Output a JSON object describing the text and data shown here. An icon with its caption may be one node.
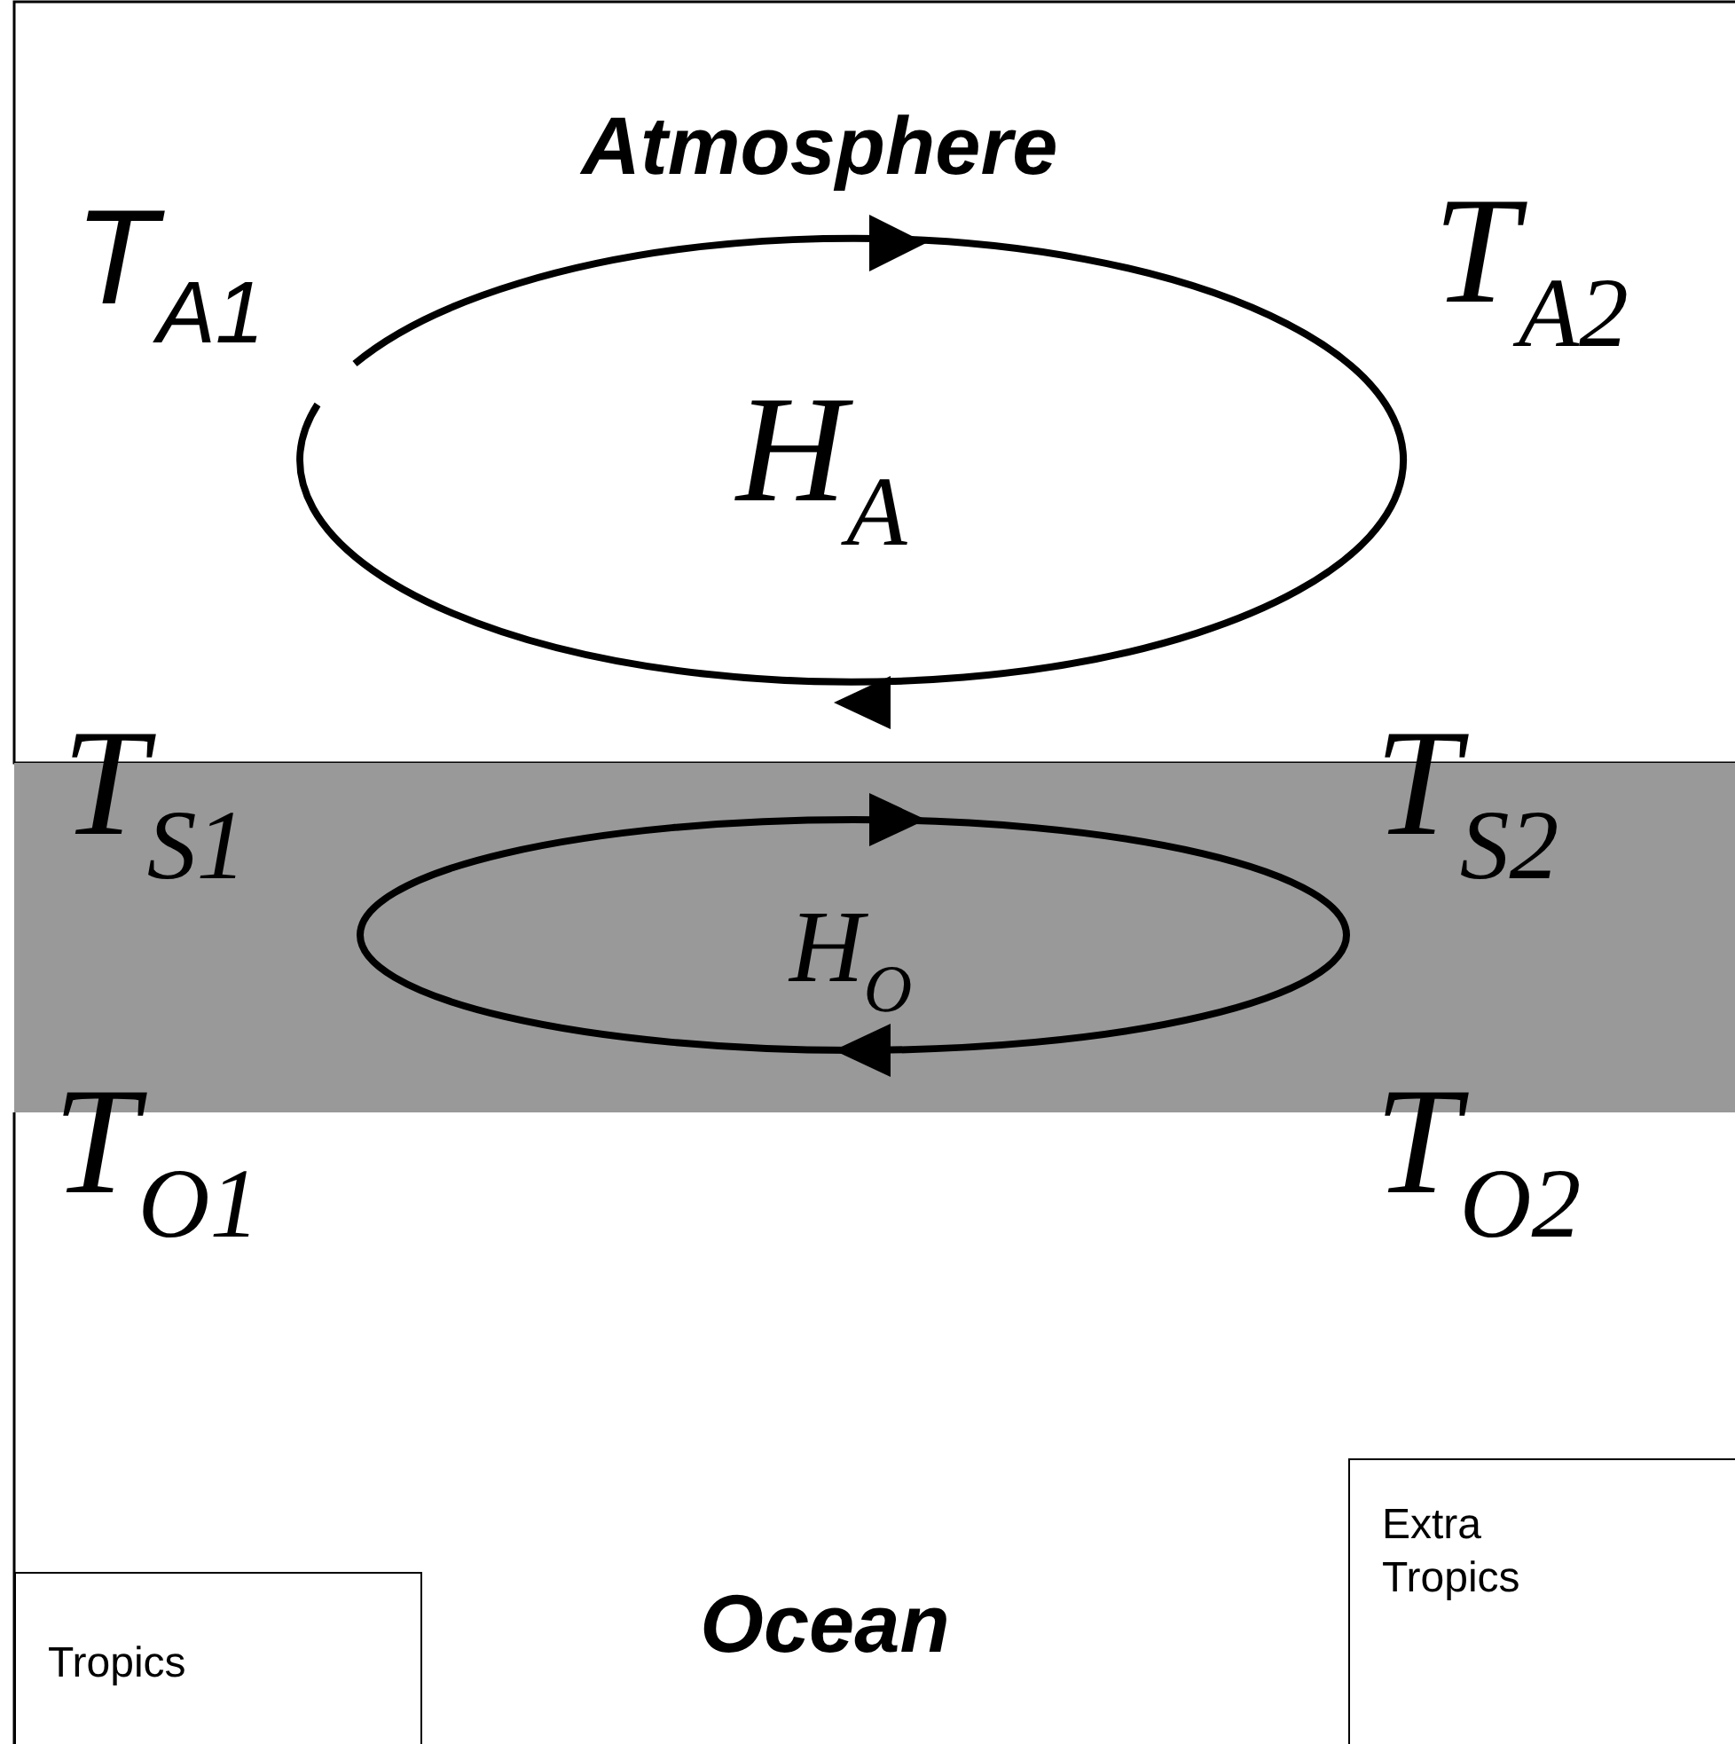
{
  "diagram": {
    "nodes": [
      {
        "text": [
          "Tropics"
        ]
      },
      {
        "text": [
          "Extra Tropics"
        ]
      }
    ],
    "labels": [
      "Atmosphere",
      "T$_{A1}$",
      "T$_{A2}$",
      "H$_{A}$",
      "T$_{S1}$",
      "T$_{S2}$",
      "H$_{O}$",
      "T$_{O1}$",
      "T$_{O2}$",
      "Ocean"
    ]
  }
}
